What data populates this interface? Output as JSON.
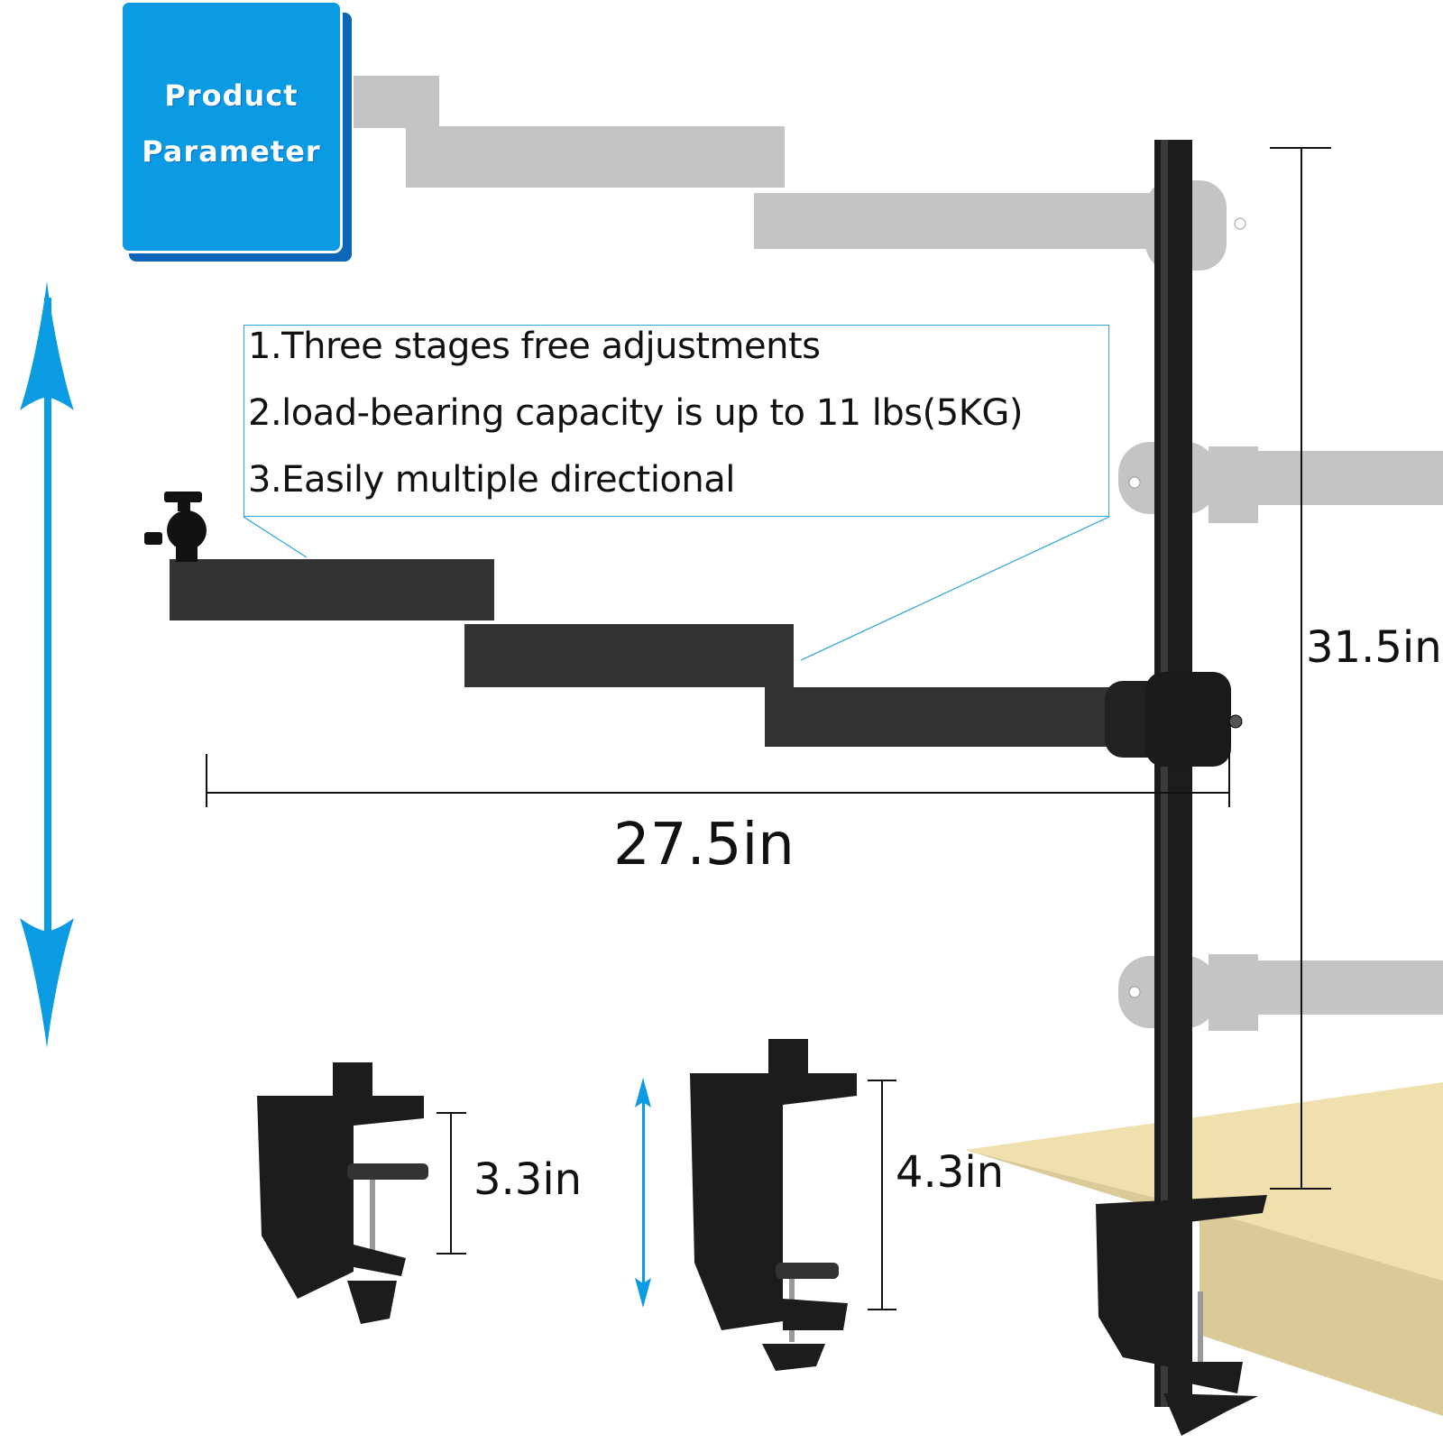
{
  "badge": {
    "line1": "Product",
    "line2": "Parameter",
    "color": "#0a9be3"
  },
  "features": [
    "1.Three stages free adjustments",
    "2.load-bearing capacity is up to 11 lbs(5KG)",
    "3.Easily multiple directional"
  ],
  "dimensions": {
    "arm_length": "27.5in",
    "pole_height": "31.5in",
    "clamp_small": "3.3in",
    "clamp_large": "4.3in"
  },
  "colors": {
    "accent": "#0a9be3",
    "arm": "#2b2b2b",
    "ghost_arm": "#c4c4c4",
    "desk": "#e8d9a6"
  }
}
